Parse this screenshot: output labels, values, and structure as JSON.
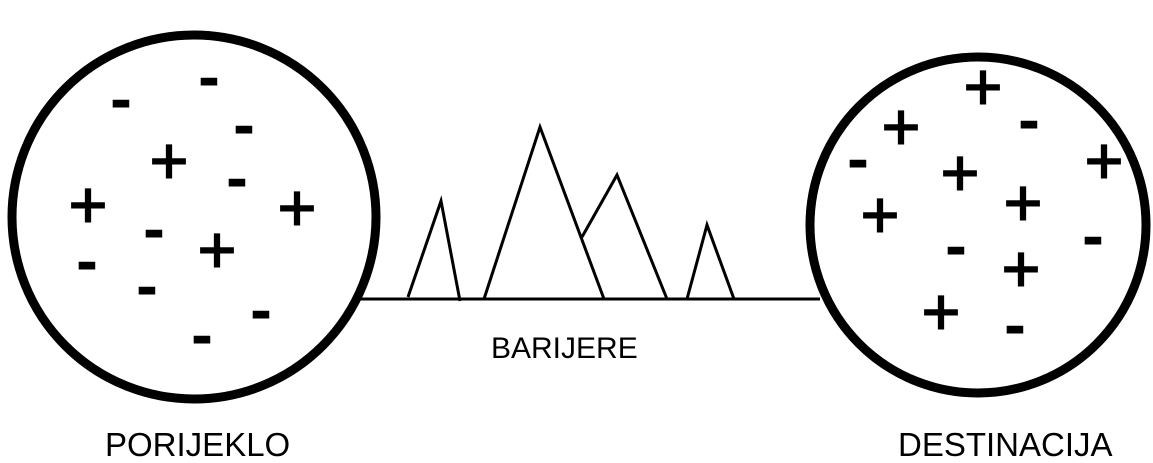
{
  "labels": {
    "origin": "PORIJEKLO",
    "barrier": "BARIJERE",
    "destination": "DESTINACIJA"
  },
  "signs": {
    "plus": "+",
    "minus": "-"
  },
  "colors": {
    "stroke": "#000000",
    "background": "#ffffff"
  }
}
